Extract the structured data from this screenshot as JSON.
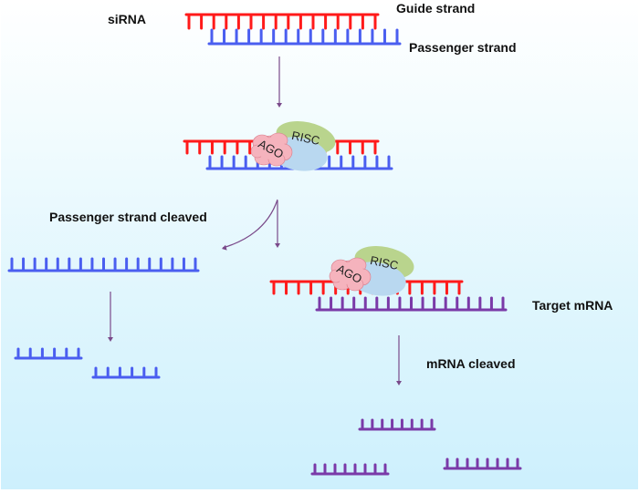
{
  "labels": {
    "sirna": "siRNA",
    "guide_strand": "Guide strand",
    "passenger_strand": "Passenger strand",
    "passenger_cleaved": "Passenger strand  cleaved",
    "target_mrna": "Target  mRNA",
    "mrna_cleaved": "mRNA cleaved",
    "risc": "RISC",
    "ago": "AGO"
  },
  "colors": {
    "guide": "#ff1a1a",
    "passenger": "#4a5ef0",
    "mrna": "#7a3aa8",
    "arrow": "#7a4a8a",
    "risc": "#b9d48d",
    "ago": "#f5b3bd",
    "core": "#b9d8f0"
  }
}
